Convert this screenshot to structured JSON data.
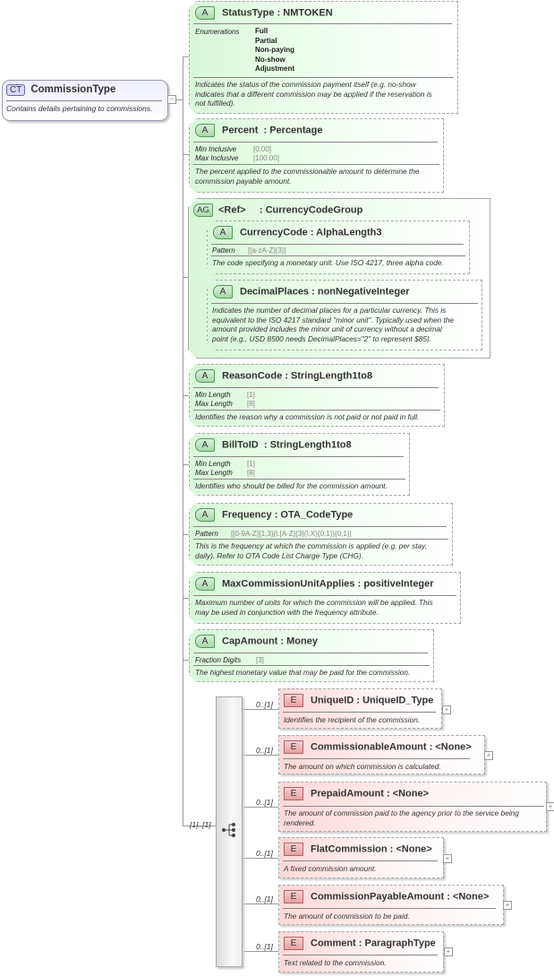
{
  "root": {
    "badge": "CT",
    "name": "CommissionType",
    "description": "Contains details pertaining to commissions.",
    "toggle": "−"
  },
  "attributes": [
    {
      "badge": "A",
      "name": "StatusType",
      "type": "NMTOKEN",
      "facet_label": "Enumerations",
      "enumerations": [
        "Full",
        "Partial",
        "Non-paying",
        "No-show",
        "Adjustment"
      ],
      "description_lines": [
        "Indicates the status of the commission payment itself (e.g. no-show",
        "indicates that a different commission may be applied if the reservation is",
        "not fulfilled)."
      ]
    },
    {
      "badge": "A",
      "name": "Percent",
      "type": "Percentage",
      "facets": [
        {
          "label": "Min Inclusive",
          "value": "[0.00]"
        },
        {
          "label": "Max Inclusive",
          "value": "[100.00]"
        }
      ],
      "description_lines": [
        "The percent applied to the commissionable amount to determine the",
        "commission payable amount."
      ]
    },
    {
      "badge": "A",
      "name": "ReasonCode",
      "type": "StringLength1to8",
      "facets": [
        {
          "label": "Min Length",
          "value": "[1]"
        },
        {
          "label": "Max Length",
          "value": "[8]"
        }
      ],
      "description_lines": [
        "Identifies the reason why a commission is not paid or not paid in full."
      ]
    },
    {
      "badge": "A",
      "name": "BillToID",
      "type": "StringLength1to8",
      "facets": [
        {
          "label": "Min Length",
          "value": "[1]"
        },
        {
          "label": "Max Length",
          "value": "[8]"
        }
      ],
      "description_lines": [
        "Identifies who should be billed for the commission amount."
      ]
    },
    {
      "badge": "A",
      "name": "Frequency",
      "type": "OTA_CodeType",
      "facets": [
        {
          "label": "Pattern",
          "value": "[[0-9A-Z]{1,3}(\\.[A-Z]{3}(\\.X){0,1}){0,1}]"
        }
      ],
      "description_lines": [
        "This is the frequency at which the commission is applied (e.g. per stay,",
        "daily). Refer to OTA Code List Charge Type (CHG)."
      ]
    },
    {
      "badge": "A",
      "name": "MaxCommissionUnitApplies",
      "type": "positiveInteger",
      "description_lines": [
        "Maximum number of units for which the commission will be applied. This",
        "may be used in conjunction with the frequency attribute."
      ]
    },
    {
      "badge": "A",
      "name": "CapAmount",
      "type": "Money",
      "facets": [
        {
          "label": "Fraction Digits",
          "value": "[3]"
        }
      ],
      "description_lines": [
        "The highest monetary value that may be paid for the commission."
      ]
    }
  ],
  "attribute_group": {
    "badge": "AG",
    "name": "<Ref>",
    "type": "CurrencyCodeGroup",
    "children": [
      {
        "badge": "A",
        "name": "CurrencyCode",
        "type": "AlphaLength3",
        "facets": [
          {
            "label": "Pattern",
            "value": "[[a-zA-Z]{3}]"
          }
        ],
        "description_lines": [
          "The code specifying a monetary unit. Use ISO 4217, three alpha code."
        ]
      },
      {
        "badge": "A",
        "name": "DecimalPlaces",
        "type": "nonNegativeInteger",
        "description_lines": [
          "Indicates the number of decimal places for a particular currency. This is",
          "equivalent to the ISO 4217 standard \"minor unit\". Typically used when the",
          "amount provided includes the minor unit of currency without a decimal",
          "point (e.g., USD 8500 needs DecimalPlaces=\"2\" to represent $85)."
        ]
      }
    ]
  },
  "sequence": {
    "cardinality": "[1]..[1]",
    "icon": "sequence-icon"
  },
  "elements": [
    {
      "badge": "E",
      "name": "UniqueID",
      "type": "UniqueID_Type",
      "cardinality": "0..[1]",
      "description_lines": [
        "Identifies the recipient of the commission."
      ],
      "toggle": "+"
    },
    {
      "badge": "E",
      "name": "CommissionableAmount",
      "type": "<None>",
      "cardinality": "0..[1]",
      "description_lines": [
        "The amount on which commission is calculated."
      ],
      "toggle": "+"
    },
    {
      "badge": "E",
      "name": "PrepaidAmount",
      "type": "<None>",
      "cardinality": "0..[1]",
      "description_lines": [
        "The amount of commission paid to the agency prior to the service being",
        "rendered."
      ],
      "toggle": "+"
    },
    {
      "badge": "E",
      "name": "FlatCommission",
      "type": "<None>",
      "cardinality": "0..[1]",
      "description_lines": [
        "A fixed commission amount."
      ],
      "toggle": "+"
    },
    {
      "badge": "E",
      "name": "CommissionPayableAmount",
      "type": "<None>",
      "cardinality": "0..[1]",
      "description_lines": [
        "The amount of commission to be paid."
      ],
      "toggle": "+"
    },
    {
      "badge": "E",
      "name": "Comment",
      "type": "ParagraphType",
      "cardinality": "0..[1]",
      "description_lines": [
        "Text related to the commission."
      ],
      "toggle": "+"
    }
  ],
  "colors": {
    "attribute_fill": "#d8f8d8",
    "element_fill": "#ffd8d8",
    "complex_type_fill": "#eeeeff",
    "connector": "#9a9a9a"
  }
}
